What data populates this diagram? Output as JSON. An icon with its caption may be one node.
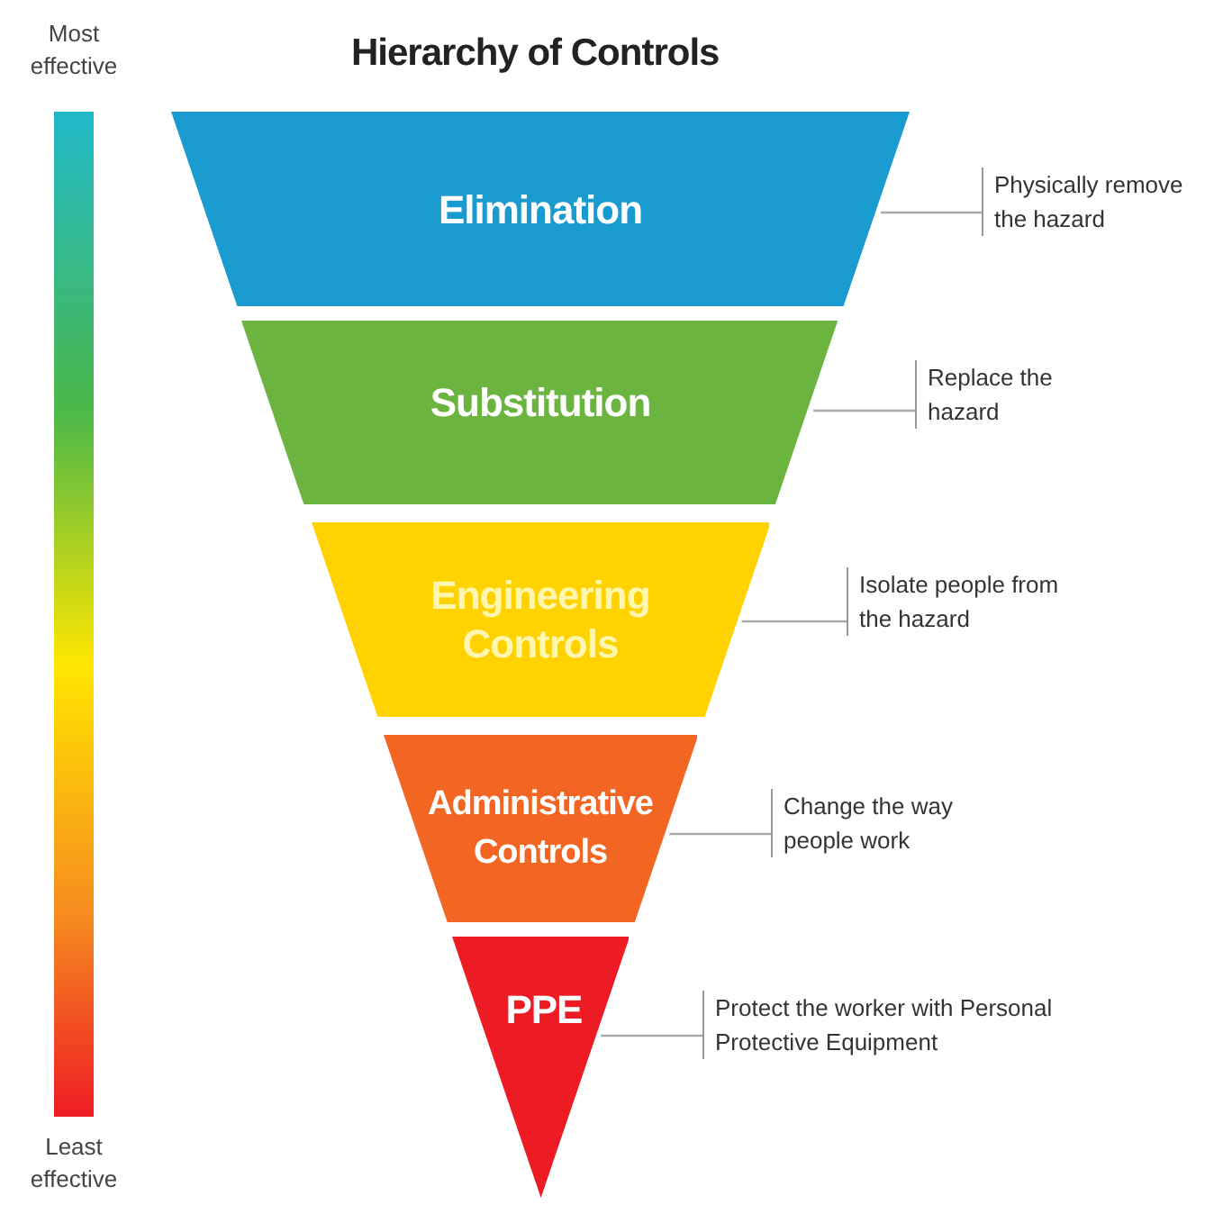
{
  "diagram": {
    "title": "Hierarchy of Controls",
    "nodes": [
      {
        "text": [
          "Elimination"
        ]
      },
      {
        "text": [
          "Substitution"
        ]
      },
      {
        "text": [
          "Engineering Controls"
        ]
      },
      {
        "text": [
          "Administrative Controls"
        ]
      },
      {
        "text": [
          "PPE"
        ]
      },
      {
        "text": [
          "Physically remove the hazard"
        ]
      },
      {
        "text": [
          "Replace the hazard"
        ]
      },
      {
        "text": [
          "Isolate people from the hazard"
        ]
      },
      {
        "text": [
          "Change the way people work"
        ]
      },
      {
        "text": [
          "Protect the worker with Personal Protective Equipment"
        ]
      },
      {
        "text": [],
        "shape": "bar"
      }
    ],
    "edges": [
      {
        "from": 0,
        "to": 5,
        "arrow": "none"
      },
      {
        "from": 1,
        "to": 6,
        "arrow": "none"
      },
      {
        "from": 2,
        "to": 7,
        "arrow": "none"
      },
      {
        "from": 3,
        "to": 8,
        "arrow": "none"
      },
      {
        "from": 4,
        "to": 9,
        "arrow": "none"
      }
    ],
    "labels": [
      "Most effective",
      "Least effective"
    ]
  }
}
